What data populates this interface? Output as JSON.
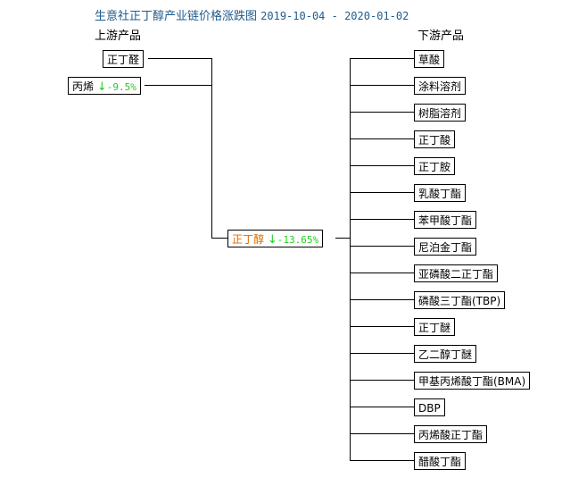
{
  "title": "生意社正丁醇产业链价格涨跌图",
  "date_range": "2019-10-04 - 2020-01-02",
  "upstream_header": "上游产品",
  "downstream_header": "下游产品",
  "colors": {
    "title": "#1f5a8c",
    "center_name": "#e06a00",
    "down_change": "#22cc22"
  },
  "upstream": [
    {
      "name": "正丁醛",
      "arrow": "",
      "change": ""
    },
    {
      "name": "丙烯",
      "arrow": "↓",
      "change": "-9.5%"
    }
  ],
  "center": {
    "name": "正丁醇",
    "arrow": "↓",
    "change": "-13.65%"
  },
  "downstream": [
    "草酸",
    "涂料溶剂",
    "树脂溶剂",
    "正丁酸",
    "正丁胺",
    "乳酸丁酯",
    "苯甲酸丁酯",
    "尼泊金丁酯",
    "亚磷酸二正丁酯",
    "磷酸三丁酯(TBP)",
    "正丁醚",
    "乙二醇丁醚",
    "甲基丙烯酸丁酯(BMA)",
    "DBP",
    "丙烯酸正丁酯",
    "醋酸丁酯"
  ]
}
